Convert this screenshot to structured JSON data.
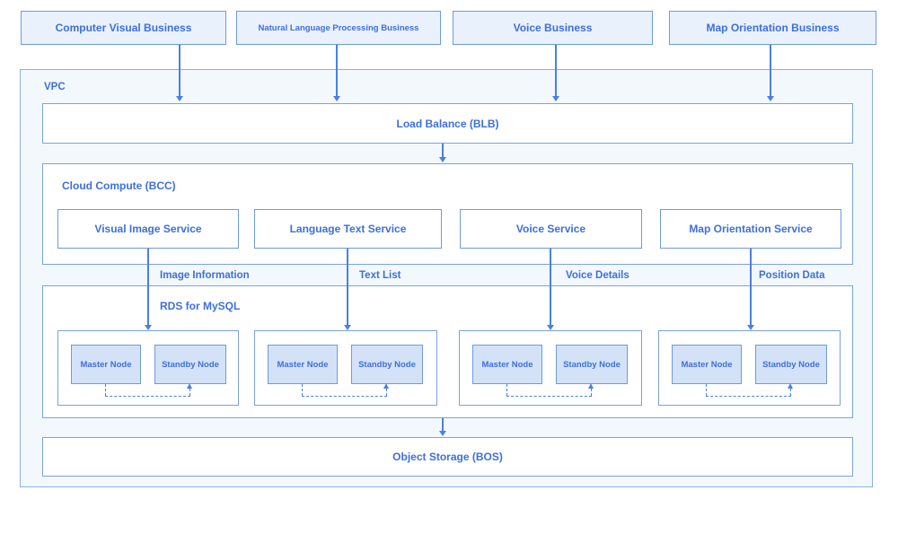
{
  "palette": {
    "text_blue": "#3d6fde",
    "container_border_blue": "#7ba1e0",
    "box_border_blue": "#6d9ae0",
    "vpc_fill": "#f3f8fd",
    "business_box_fill": "#e9f1fc",
    "node_fill": "#d3e2f6",
    "inner_box_fill": "#ffffff",
    "arrow_blue": "#4a80e2"
  },
  "businesses": [
    {
      "label": "Computer Visual Business"
    },
    {
      "label": "Natural Language Processing Business"
    },
    {
      "label": "Voice Business"
    },
    {
      "label": "Map Orientation Business"
    }
  ],
  "vpc": {
    "label": "VPC"
  },
  "load_balance": {
    "label": "Load Balance (BLB)"
  },
  "cloud_compute": {
    "label": "Cloud Compute (BCC)",
    "services": [
      {
        "label": "Visual Image Service"
      },
      {
        "label": "Language Text Service"
      },
      {
        "label": "Voice Service"
      },
      {
        "label": "Map Orientation Service"
      }
    ]
  },
  "data_flows": [
    {
      "label": "Image Information"
    },
    {
      "label": "Text List"
    },
    {
      "label": "Voice Details"
    },
    {
      "label": "Position Data"
    }
  ],
  "rds": {
    "label": "RDS for MySQL",
    "groups": [
      {
        "master": "Master Node",
        "standby": "Standby Node"
      },
      {
        "master": "Master Node",
        "standby": "Standby Node"
      },
      {
        "master": "Master Node",
        "standby": "Standby Node"
      },
      {
        "master": "Master Node",
        "standby": "Standby Node"
      }
    ]
  },
  "object_storage": {
    "label": "Object Storage (BOS)"
  }
}
